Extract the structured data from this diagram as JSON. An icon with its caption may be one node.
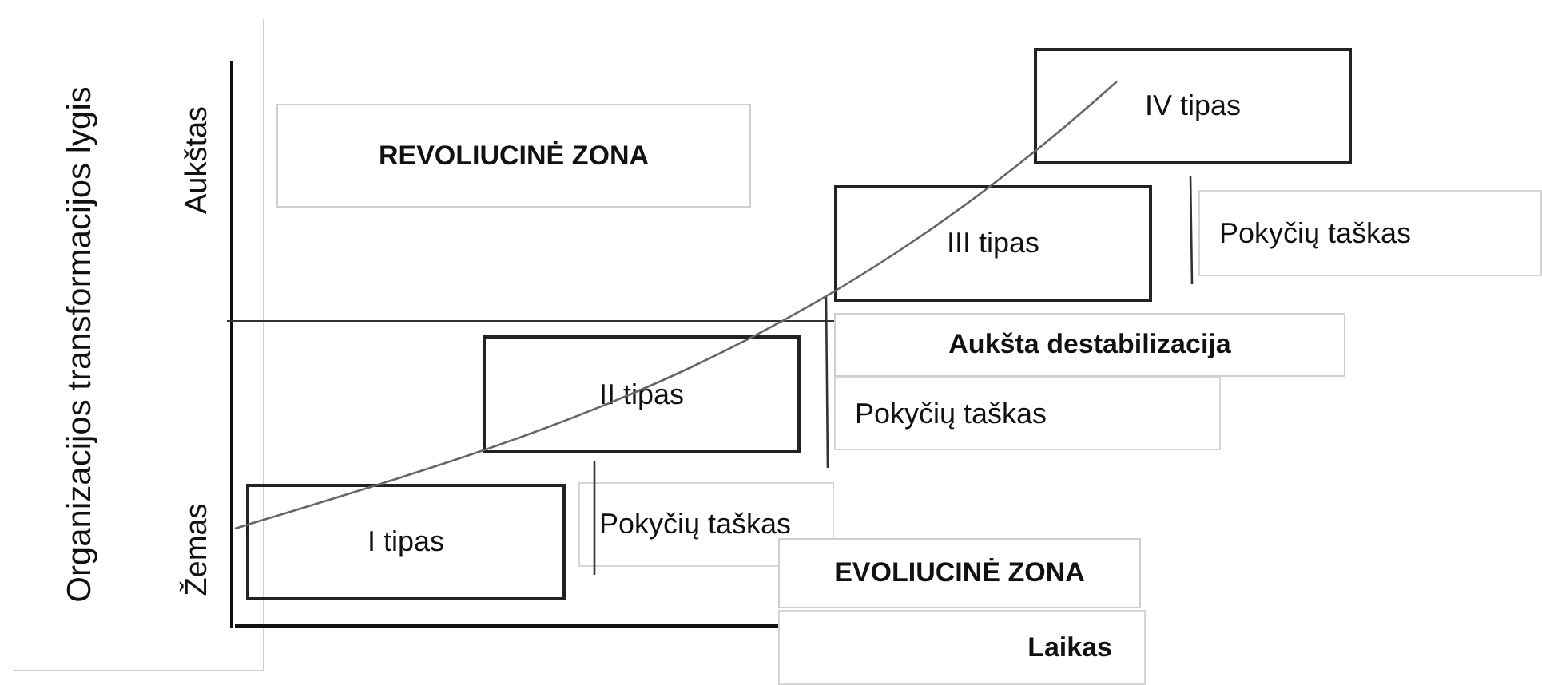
{
  "diagram": {
    "nodes": [
      {
        "text": [
          "REVOLIUCINĖ ZONA"
        ]
      },
      {
        "text": [
          "I tipas"
        ]
      },
      {
        "text": [
          "II tipas"
        ]
      },
      {
        "text": [
          "III tipas"
        ]
      },
      {
        "text": [
          "IV tipas"
        ]
      },
      {
        "text": [
          "Pokyčių taškas"
        ]
      },
      {
        "text": [
          "Pokyčių taškas"
        ]
      },
      {
        "text": [
          "Pokyčių taškas"
        ]
      },
      {
        "text": [
          "Aukšta destabilizacija"
        ]
      },
      {
        "text": [
          "EVOLIUCINĖ ZONA"
        ]
      },
      {
        "text": [
          "Laikas"
        ]
      }
    ],
    "labels": [
      "Organizacijos transformacijos lygis",
      "Aukštas",
      "Žemas"
    ]
  }
}
